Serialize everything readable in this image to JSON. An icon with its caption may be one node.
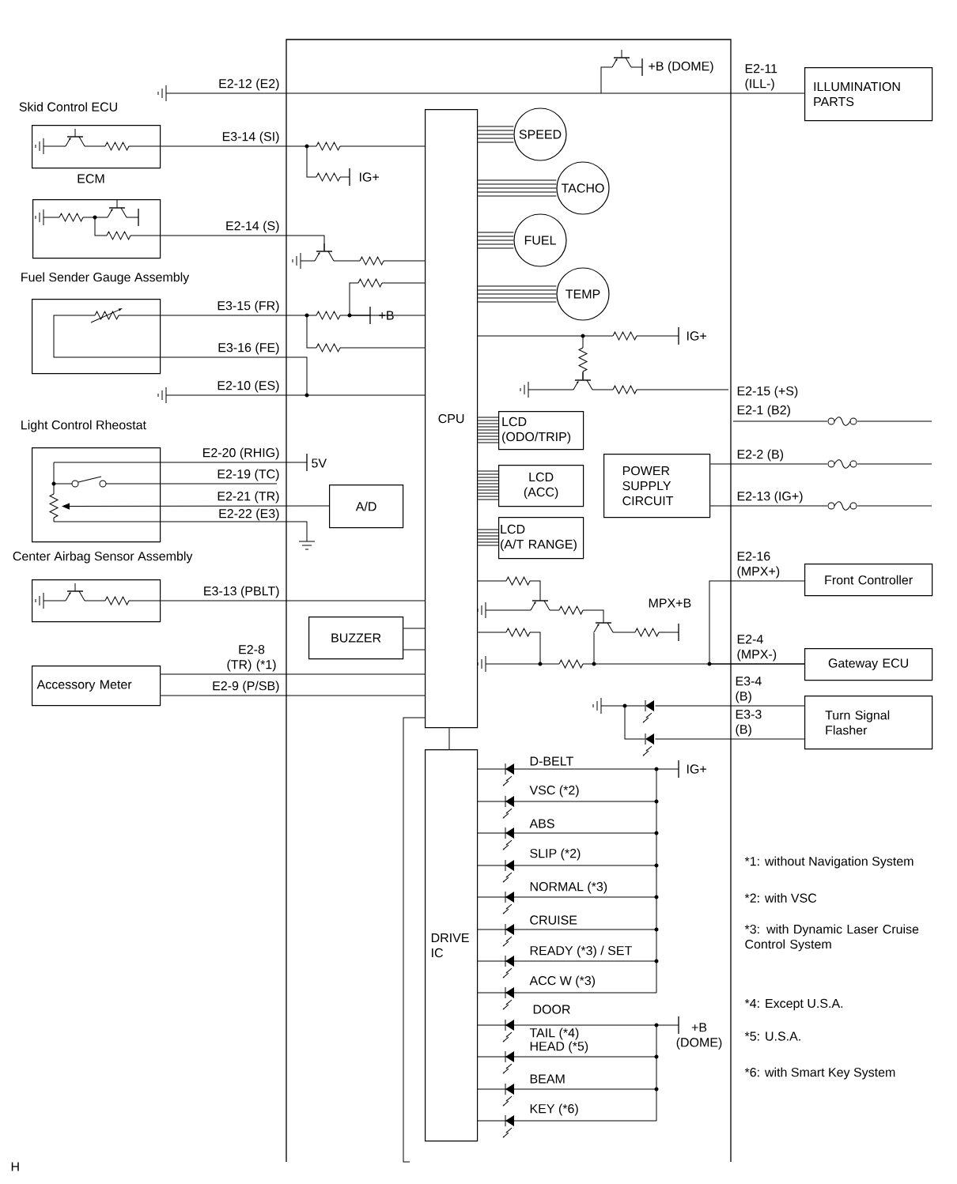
{
  "diagram": {
    "nodes": [
      {
        "text": [
          "Skid Control ECU"
        ]
      },
      {
        "text": [
          "ECM"
        ]
      },
      {
        "text": [
          "Fuel Sender Gauge Assembly"
        ]
      },
      {
        "text": [
          "Light Control Rheostat"
        ]
      },
      {
        "text": [
          "Center Airbag Sensor Assembly"
        ]
      },
      {
        "text": [
          "Accessory Meter"
        ]
      },
      {
        "text": [
          "CPU"
        ]
      },
      {
        "text": [
          "SPEED"
        ]
      },
      {
        "text": [
          "TACHO"
        ]
      },
      {
        "text": [
          "FUEL"
        ]
      },
      {
        "text": [
          "TEMP"
        ]
      },
      {
        "text": [
          "A/D"
        ]
      },
      {
        "text": [
          "LCD (ODO/TRIP)"
        ]
      },
      {
        "text": [
          "LCD (ACC)"
        ]
      },
      {
        "text": [
          "LCD (A/T RANGE)"
        ]
      },
      {
        "text": [
          "POWER SUPPLY CIRCUIT"
        ]
      },
      {
        "text": [
          "BUZZER"
        ]
      },
      {
        "text": [
          "DRIVE IC"
        ]
      },
      {
        "text": [
          "ILLUMINATION PARTS"
        ]
      },
      {
        "text": [
          "Front Controller"
        ]
      },
      {
        "text": [
          "Gateway ECU"
        ]
      },
      {
        "text": [
          "Turn Signal Flasher"
        ]
      },
      {
        "text": [],
        "shape": "diode"
      },
      {
        "text": [],
        "shape": "diode"
      }
    ],
    "edges": [
      {
        "from": null,
        "to": 18,
        "arrow": "none",
        "label": "E2-11 (ILL-)"
      },
      {
        "from": 0,
        "to": 6,
        "arrow": "none",
        "label": "E3-14 (SI)"
      },
      {
        "from": 1,
        "to": 6,
        "arrow": "none",
        "label": "E2-14 (S)"
      },
      {
        "from": 2,
        "to": 6,
        "arrow": "none",
        "label": "E3-15 (FR)"
      },
      {
        "from": 2,
        "to": 6,
        "arrow": "none",
        "label": "E3-16 (FE)"
      },
      {
        "from": 6,
        "to": 7,
        "arrow": "none"
      },
      {
        "from": 6,
        "to": 8,
        "arrow": "none"
      },
      {
        "from": 6,
        "to": 9,
        "arrow": "none"
      },
      {
        "from": 6,
        "to": 10,
        "arrow": "none"
      },
      {
        "from": 11,
        "to": 3,
        "arrow": "to",
        "label": "E2-21 (TR)"
      },
      {
        "from": 6,
        "to": 12,
        "arrow": "none"
      },
      {
        "from": 6,
        "to": 13,
        "arrow": "none"
      },
      {
        "from": 6,
        "to": 14,
        "arrow": "none"
      },
      {
        "from": 15,
        "to": null,
        "arrow": "none",
        "label": "E2-2 (B)"
      },
      {
        "from": 15,
        "to": null,
        "arrow": "none",
        "label": "E2-13 (IG+)"
      },
      {
        "from": 4,
        "to": 6,
        "arrow": "none",
        "label": "E3-13 (PBLT)"
      },
      {
        "from": 19,
        "to": 20,
        "arrow": "none",
        "label": "E2-16 (MPX+)"
      },
      {
        "from": 16,
        "to": 6,
        "arrow": "none"
      },
      {
        "from": 16,
        "to": 6,
        "arrow": "none"
      },
      {
        "from": 6,
        "to": 20,
        "arrow": "none",
        "label": "E2-4 (MPX-)"
      },
      {
        "from": 5,
        "to": 6,
        "arrow": "none",
        "label": "E2-8 (TR) (*1)"
      },
      {
        "from": 5,
        "to": 6,
        "arrow": "none",
        "label": "E2-9 (P/SB)"
      },
      {
        "from": 21,
        "to": 22,
        "arrow": "none",
        "label": "E3-4 (B)"
      },
      {
        "from": 21,
        "to": 23,
        "arrow": "none",
        "label": "E3-3 (B)"
      },
      {
        "from": 6,
        "to": 17,
        "arrow": "none"
      },
      {
        "from": 22,
        "to": 23,
        "arrow": "none"
      },
      {
        "from": 3,
        "to": null,
        "arrow": "none",
        "label": "E2-19 (TC)"
      }
    ],
    "labels": [
      "+B (DOME)",
      "E2-12 (E2)",
      "IG+",
      "+B",
      "IG+",
      "E2-10 (ES)",
      "E2-15 (+S)",
      "E2-1 (B2)",
      "E2-20 (RHIG)",
      "5V",
      "E2-22 (E3)",
      "MPX+B",
      "D-BELT",
      "VSC (*2)",
      "ABS",
      "SLIP (*2)",
      "NORMAL (*3)",
      "CRUISE",
      "READY (*3) / SET",
      "ACC W (*3)",
      "DOOR",
      "TAIL (*4)",
      "HEAD (*5)",
      "BEAM",
      "KEY (*6)",
      "IG+",
      "+B (DOME)",
      "*1: without Navigation System",
      "*2: with VSC",
      "*3: with Dynamic Laser Cruise Control System",
      "*4: Except U.S.A.",
      "*5: U.S.A.",
      "*6: with Smart Key System",
      "H"
    ]
  }
}
